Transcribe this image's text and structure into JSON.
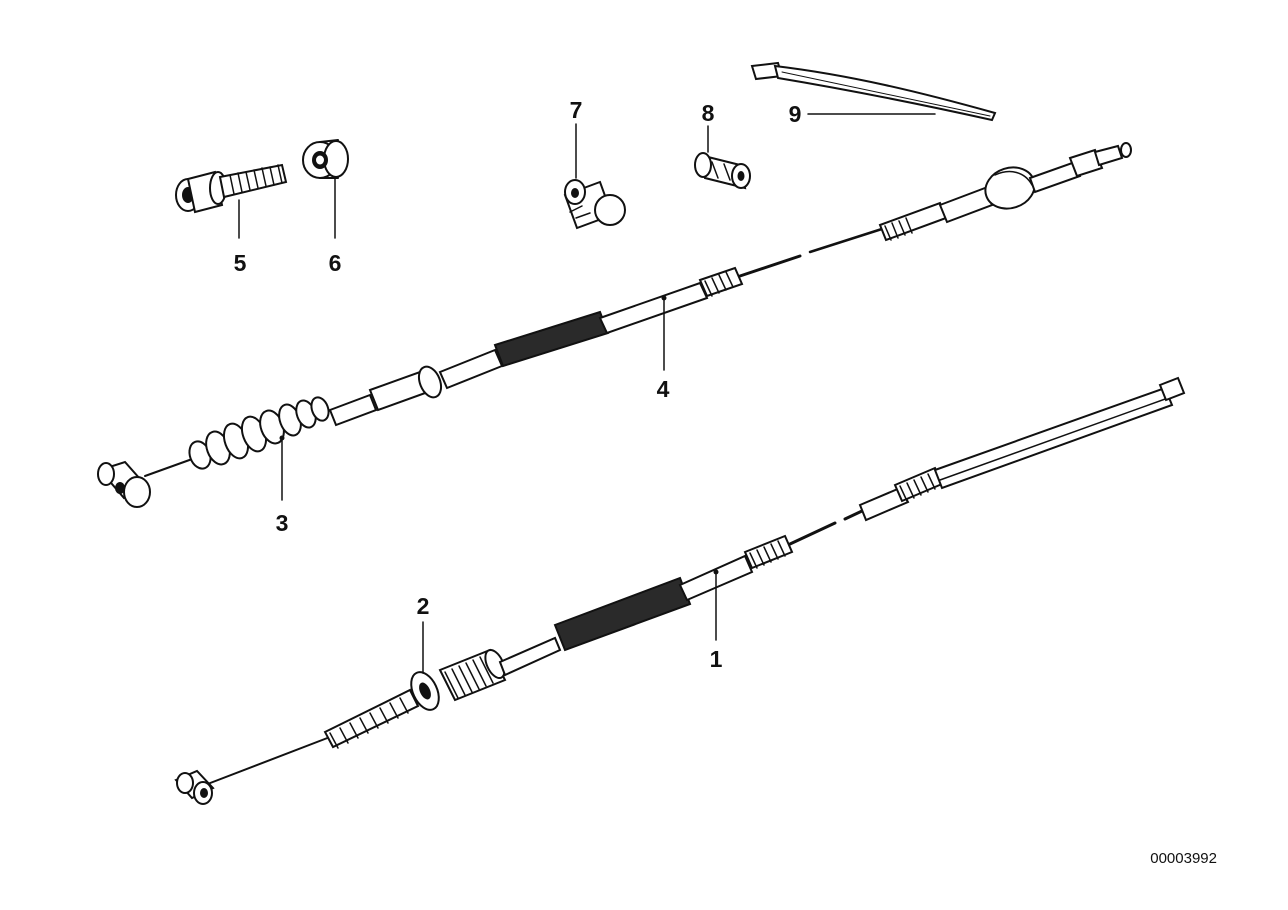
{
  "diagram": {
    "callouts": [
      {
        "id": "1",
        "label": "1"
      },
      {
        "id": "2",
        "label": "2"
      },
      {
        "id": "3",
        "label": "3"
      },
      {
        "id": "4",
        "label": "4"
      },
      {
        "id": "5",
        "label": "5"
      },
      {
        "id": "6",
        "label": "6"
      },
      {
        "id": "7",
        "label": "7"
      },
      {
        "id": "8",
        "label": "8"
      },
      {
        "id": "9",
        "label": "9"
      }
    ],
    "document_number": "00003992"
  }
}
